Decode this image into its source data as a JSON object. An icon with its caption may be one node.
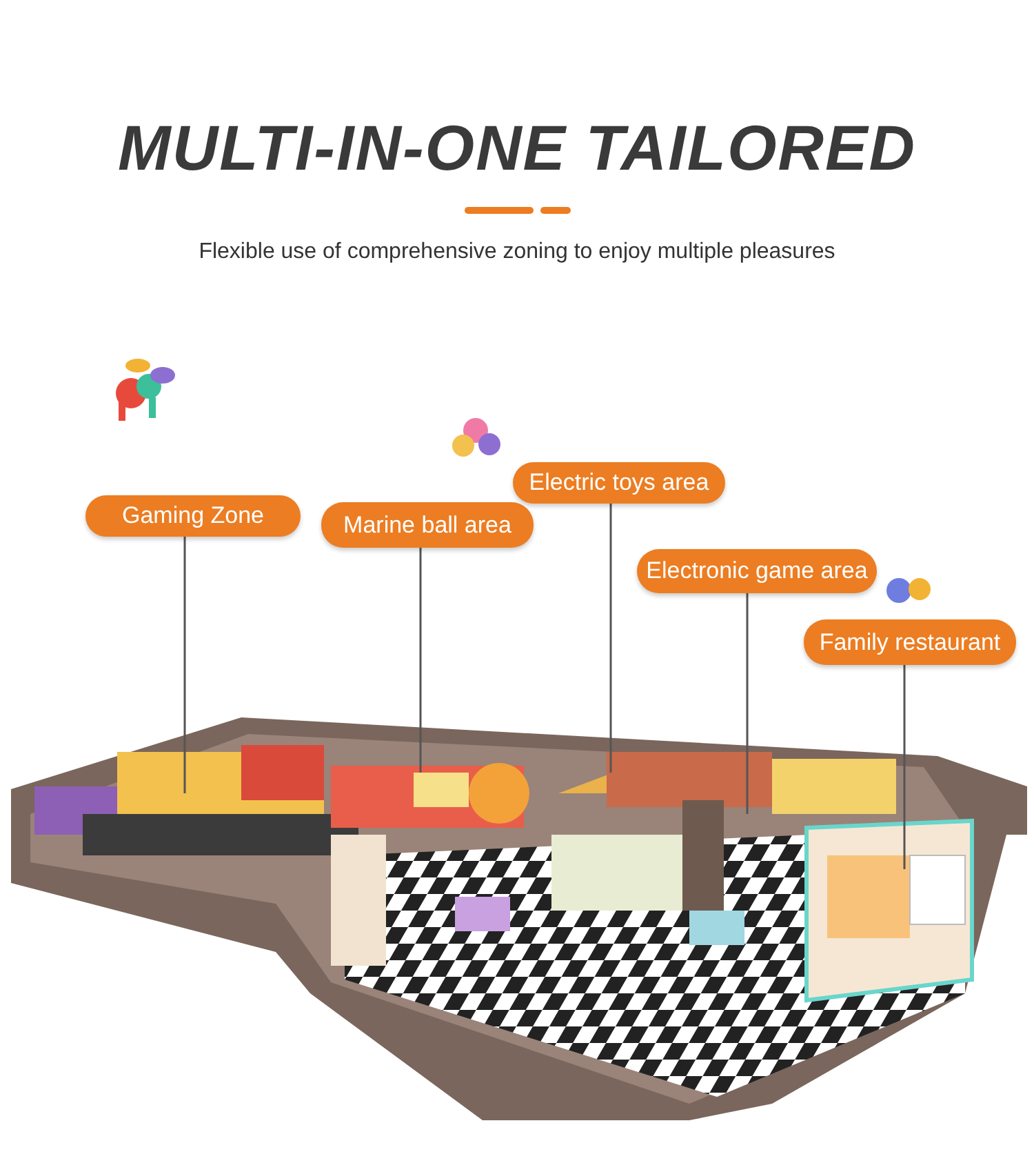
{
  "diagram": {
    "title": "MULTI-IN-ONE TAILORED",
    "caption": "Flexible use of comprehensive zoning to enjoy multiple pleasures",
    "nodes": [
      {
        "text": [
          "Gaming Zone"
        ]
      },
      {
        "text": [
          "Marine ball area"
        ]
      },
      {
        "text": [
          "Electric toys area"
        ]
      },
      {
        "text": [
          "Electronic game area"
        ]
      },
      {
        "text": [
          "Family restaurant"
        ]
      }
    ],
    "edges": [
      {
        "from": 0,
        "to": null,
        "arrow": "none"
      },
      {
        "from": 1,
        "to": null,
        "arrow": "none"
      },
      {
        "from": 2,
        "to": null,
        "arrow": "none"
      },
      {
        "from": 3,
        "to": null,
        "arrow": "none"
      },
      {
        "from": 4,
        "to": null,
        "arrow": "none"
      }
    ]
  }
}
